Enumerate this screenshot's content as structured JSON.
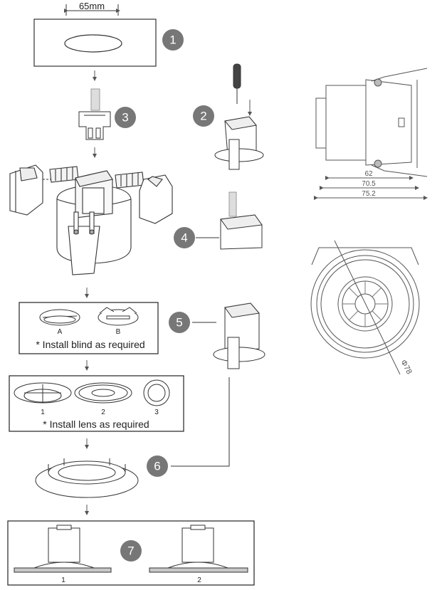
{
  "dimension_top": "65mm",
  "steps": [
    "1",
    "2",
    "3",
    "4",
    "5",
    "6",
    "7"
  ],
  "blind_options": [
    "A",
    "B"
  ],
  "blind_note": "* Install blind as required",
  "lens_options": [
    "1",
    "2",
    "3"
  ],
  "lens_note": "* Install lens as required",
  "install_options": [
    "1",
    "2"
  ],
  "side_dimensions": [
    "62",
    "70.5",
    "75.2"
  ],
  "diameter_label": "Φ78",
  "colors": {
    "badge": "#777777",
    "line": "#333333",
    "box": "#222222"
  }
}
